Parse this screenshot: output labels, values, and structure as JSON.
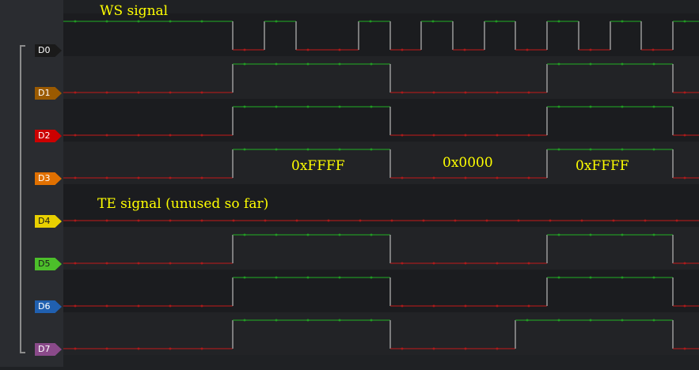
{
  "channels": [
    {
      "label": "D0",
      "color": "#1a1a1a",
      "text_color": "#ffffff"
    },
    {
      "label": "D1",
      "color": "#9a5a00",
      "text_color": "#ffffff"
    },
    {
      "label": "D2",
      "color": "#cc0000",
      "text_color": "#ffffff"
    },
    {
      "label": "D3",
      "color": "#e07000",
      "text_color": "#ffffff"
    },
    {
      "label": "D4",
      "color": "#e8d000",
      "text_color": "#1a1a1a"
    },
    {
      "label": "D5",
      "color": "#4cbf2a",
      "text_color": "#1a1a1a"
    },
    {
      "label": "D6",
      "color": "#2060b0",
      "text_color": "#ffffff"
    },
    {
      "label": "D7",
      "color": "#8a4a8a",
      "text_color": "#ffffff"
    }
  ],
  "annotations": {
    "ws_signal": "WS  signal",
    "value_1": "0xFFFF",
    "value_2": "0x0000",
    "value_3": "0xFFFF",
    "te_signal": "TE  signal  (unused  so  far)"
  },
  "colors": {
    "high": "#22b024",
    "low": "#c41a1a",
    "edge": "#9a9a9a",
    "annotation": "#ffff00",
    "band_dark": "#1b1c1f",
    "band_light": "#222326"
  }
}
